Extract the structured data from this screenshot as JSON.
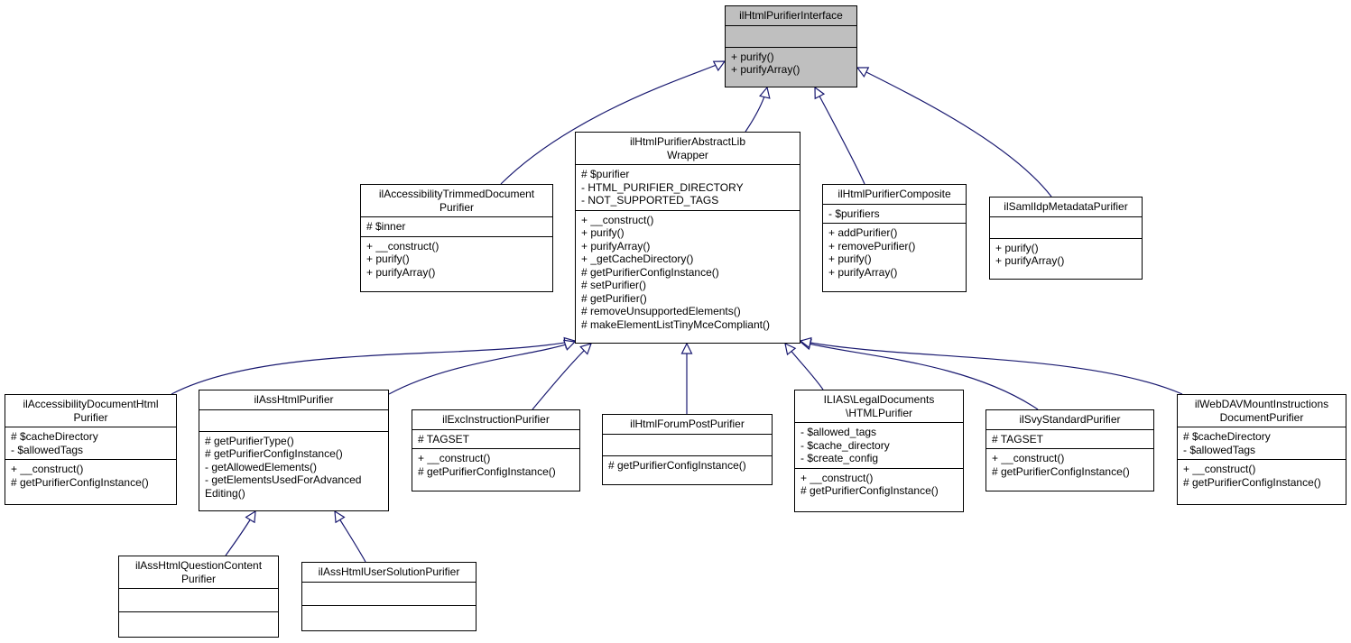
{
  "colors": {
    "edge": "#191970",
    "box_border": "#000000",
    "interface_fill": "#bfbfbf"
  },
  "classes": [
    {
      "id": "iface",
      "name": [
        "ilHtmlPurifierInterface"
      ],
      "attributes": [],
      "methods": [
        "+ purify()",
        "+ purifyArray()"
      ]
    },
    {
      "id": "abstract",
      "name": [
        "ilHtmlPurifierAbstractLib",
        "Wrapper"
      ],
      "attributes": [
        "# $purifier",
        "- HTML_PURIFIER_DIRECTORY",
        "- NOT_SUPPORTED_TAGS"
      ],
      "methods": [
        "+ __construct()",
        "+ purify()",
        "+ purifyArray()",
        "+ _getCacheDirectory()",
        "# getPurifierConfigInstance()",
        "# setPurifier()",
        "# getPurifier()",
        "# removeUnsupportedElements()",
        "# makeElementListTinyMceCompliant()"
      ]
    },
    {
      "id": "trimmed",
      "name": [
        "ilAccessibilityTrimmedDocument",
        "Purifier"
      ],
      "attributes": [
        "# $inner"
      ],
      "methods": [
        "+ __construct()",
        "+ purify()",
        "+ purifyArray()"
      ]
    },
    {
      "id": "composite",
      "name": [
        "ilHtmlPurifierComposite"
      ],
      "attributes": [
        "- $purifiers"
      ],
      "methods": [
        "+ addPurifier()",
        "+ removePurifier()",
        "+ purify()",
        "+ purifyArray()"
      ]
    },
    {
      "id": "saml",
      "name": [
        "ilSamlIdpMetadataPurifier"
      ],
      "attributes": [],
      "methods": [
        "+ purify()",
        "+ purifyArray()"
      ]
    },
    {
      "id": "accdoc",
      "name": [
        "ilAccessibilityDocumentHtml",
        "Purifier"
      ],
      "attributes": [
        "# $cacheDirectory",
        "- $allowedTags"
      ],
      "methods": [
        "+ __construct()",
        "# getPurifierConfigInstance()"
      ]
    },
    {
      "id": "ass",
      "name": [
        "ilAssHtmlPurifier"
      ],
      "attributes": [],
      "methods": [
        "# getPurifierType()",
        "# getPurifierConfigInstance()",
        "- getAllowedElements()",
        "- getElementsUsedForAdvanced",
        "Editing()"
      ]
    },
    {
      "id": "exc",
      "name": [
        "ilExcInstructionPurifier"
      ],
      "attributes": [
        "# TAGSET"
      ],
      "methods": [
        "+ __construct()",
        "# getPurifierConfigInstance()"
      ]
    },
    {
      "id": "forum",
      "name": [
        "ilHtmlForumPostPurifier"
      ],
      "attributes": [],
      "methods": [
        "# getPurifierConfigInstance()"
      ]
    },
    {
      "id": "legal",
      "name": [
        "ILIAS\\LegalDocuments",
        "\\HTMLPurifier"
      ],
      "attributes": [
        "- $allowed_tags",
        "- $cache_directory",
        "- $create_config"
      ],
      "methods": [
        "+ __construct()",
        "# getPurifierConfigInstance()"
      ]
    },
    {
      "id": "svy",
      "name": [
        "ilSvyStandardPurifier"
      ],
      "attributes": [
        "# TAGSET"
      ],
      "methods": [
        "+ __construct()",
        "# getPurifierConfigInstance()"
      ]
    },
    {
      "id": "webdav",
      "name": [
        "ilWebDAVMountInstructions",
        "DocumentPurifier"
      ],
      "attributes": [
        "# $cacheDirectory",
        "- $allowedTags"
      ],
      "methods": [
        "+ __construct()",
        "# getPurifierConfigInstance()"
      ]
    },
    {
      "id": "question",
      "name": [
        "ilAssHtmlQuestionContent",
        "Purifier"
      ],
      "attributes": [],
      "methods": []
    },
    {
      "id": "usersol",
      "name": [
        "ilAssHtmlUserSolutionPurifier"
      ],
      "attributes": [],
      "methods": []
    }
  ],
  "inheritance": [
    {
      "from": "trimmed",
      "to": "iface"
    },
    {
      "from": "abstract",
      "to": "iface"
    },
    {
      "from": "composite",
      "to": "iface"
    },
    {
      "from": "saml",
      "to": "iface"
    },
    {
      "from": "accdoc",
      "to": "abstract"
    },
    {
      "from": "ass",
      "to": "abstract"
    },
    {
      "from": "exc",
      "to": "abstract"
    },
    {
      "from": "forum",
      "to": "abstract"
    },
    {
      "from": "legal",
      "to": "abstract"
    },
    {
      "from": "svy",
      "to": "abstract"
    },
    {
      "from": "webdav",
      "to": "abstract"
    },
    {
      "from": "question",
      "to": "ass"
    },
    {
      "from": "usersol",
      "to": "ass"
    }
  ]
}
